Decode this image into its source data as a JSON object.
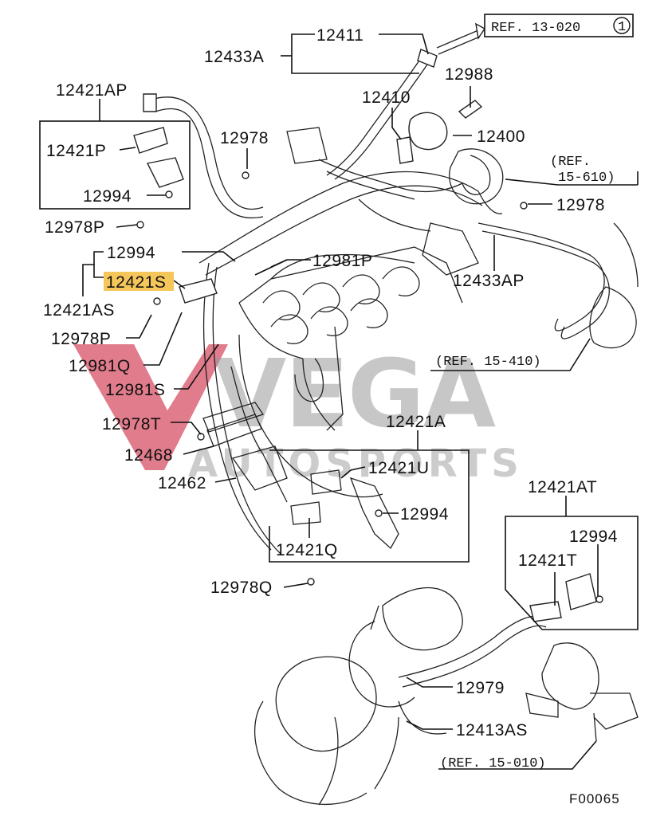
{
  "diagram": {
    "code": "F00065",
    "highlight_color": "#f5c65a",
    "watermark": {
      "main": "VEGA",
      "sub": "AUTOSPORTS",
      "accent_color": "#c8102e",
      "text_color": "#9a9a9a"
    },
    "refs": {
      "r13020": "REF. 13-020",
      "r13020_num": "1",
      "r15610_a": "(REF.",
      "r15610_b": "15-610)",
      "r15410": "(REF. 15-410)",
      "r15010": "(REF. 15-010)"
    },
    "labels": {
      "p12411": "12411",
      "p12433A": "12433A",
      "p12988": "12988",
      "p12421AP": "12421AP",
      "p12410": "12410",
      "p12400": "12400",
      "p12978a": "12978",
      "p12421P": "12421P",
      "p12994a": "12994",
      "p12978b": "12978",
      "p12978P_a": "12978P",
      "p12994b": "12994",
      "p12981P": "12981P",
      "p12421S": "12421S",
      "p12433AP": "12433AP",
      "p12421AS": "12421AS",
      "p12978P_b": "12978P",
      "p12981Q": "12981Q",
      "p12981S": "12981S",
      "p12978T": "12978T",
      "p12421A": "12421A",
      "p12468": "12468",
      "p12421U": "12421U",
      "p12462": "12462",
      "p12421AT": "12421AT",
      "p12994c": "12994",
      "p12994d": "12994",
      "p12421Q": "12421Q",
      "p12421T": "12421T",
      "p12978Q": "12978Q",
      "p12979": "12979",
      "p12413AS": "12413AS"
    }
  }
}
